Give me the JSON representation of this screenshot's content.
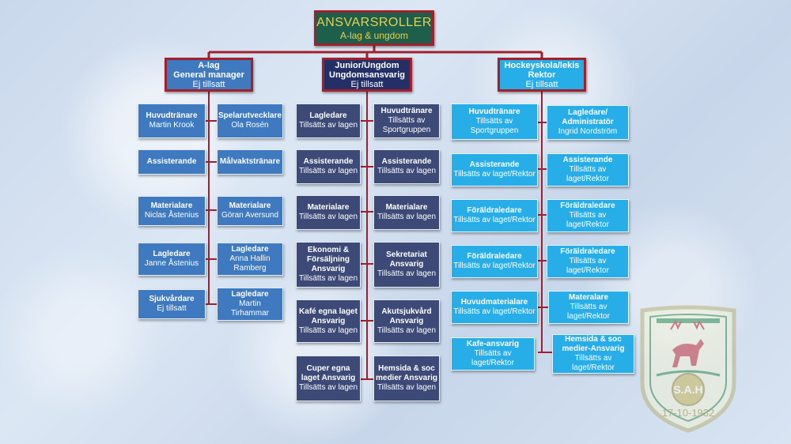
{
  "top": {
    "title": "ANSVARSROLLER",
    "subtitle": "A-lag & ungdom"
  },
  "heads": {
    "alag": {
      "l1": "A-lag",
      "l2": "General manager",
      "l3": "Ej tillsatt"
    },
    "junior": {
      "l1": "Junior/Ungdom",
      "l2": "Ungdomsansvarig",
      "l3": "Ej tillsatt"
    },
    "hockeyskola": {
      "l1": "Hockeyskola/lekis",
      "l2": "Rektor",
      "l3": "Ej tillsatt"
    }
  },
  "alag": {
    "left": [
      {
        "title": "Huvudtränare",
        "sub": "Martin Krook"
      },
      {
        "title": "Assisterande",
        "sub": ""
      },
      {
        "title": "Materialare",
        "sub": "Niclas Åstenius"
      },
      {
        "title": "Lagledare",
        "sub": "Janne Åstenius"
      },
      {
        "title": "Sjukvårdare",
        "sub": "Ej tillsatt"
      }
    ],
    "right": [
      {
        "title": "Spelarutvecklare",
        "sub": "Ola Rosén"
      },
      {
        "title": "Målvaktstränare",
        "sub": ""
      },
      {
        "title": "Materialare",
        "sub": "Göran Aversund"
      },
      {
        "title": "Lagledare",
        "sub": "Anna Hallin Ramberg"
      },
      {
        "title": "Lagledare",
        "sub": "Martin Tirhammar"
      }
    ]
  },
  "junior": {
    "left": [
      {
        "title": "Lagledare",
        "sub": "Tillsätts av lagen"
      },
      {
        "title": "Assisterande",
        "sub": "Tillsätts av lagen"
      },
      {
        "title": "Materialare",
        "sub": "Tillsätts av lagen"
      },
      {
        "title": "Ekonomi & Försäljning Ansvarig",
        "sub": "Tillsätts av lagen"
      },
      {
        "title": "Kafé egna laget Ansvarig",
        "sub": "Tillsätts av lagen"
      },
      {
        "title": "Cuper egna laget Ansvarig",
        "sub": "Tillsätts av lagen"
      }
    ],
    "right": [
      {
        "title": "Huvudtränare",
        "sub": "Tillsätts av Sportgruppen"
      },
      {
        "title": "Assisterande",
        "sub": "Tillsätts av lagen"
      },
      {
        "title": "Materialare",
        "sub": "Tillsätts av lagen"
      },
      {
        "title": "Sekretariat Ansvarig",
        "sub": "Tillsätts av lagen"
      },
      {
        "title": "Akutsjukvård Ansvarig",
        "sub": "Tillsätts av lagen"
      },
      {
        "title": "Hemsida & soc medier Ansvarig",
        "sub": "Tillsätts av lagen"
      }
    ]
  },
  "hockeyskola": {
    "left": [
      {
        "title": "Huvudtränare",
        "sub": "Tillsätts av Sportgruppen"
      },
      {
        "title": "Assisterande",
        "sub": "Tillsätts av laget/Rektor"
      },
      {
        "title": "Föräldraledare",
        "sub": "Tillsätts av laget/Rektor"
      },
      {
        "title": "Föräldraledare",
        "sub": "Tillsätts av laget/Rektor"
      },
      {
        "title": "Huvudmaterialare",
        "sub": "Tillsätts av laget/Rektor"
      },
      {
        "title": "Kafe-ansvarig",
        "sub": "Tillsätts av laget/Rektor"
      }
    ],
    "right": [
      {
        "title": "Lagledare/ Administratör",
        "sub": "Ingrid Nordström"
      },
      {
        "title": "Assisterande",
        "sub": "Tillsätts av laget/Rektor"
      },
      {
        "title": "Föräldraledare",
        "sub": "Tillsätts av laget/Rektor"
      },
      {
        "title": "Föräldraledare",
        "sub": "Tillsätts av laget/Rektor"
      },
      {
        "title": "Materalare",
        "sub": "Tillsätts av laget/Rektor"
      },
      {
        "title": "Hemsida & soc medier-Ansvarig",
        "sub": "Tillsätts av laget/Rektor"
      }
    ]
  },
  "logo": {
    "letters": "S.A.H",
    "date": "17-10-1932"
  },
  "colors": {
    "connector": "#a21f2c",
    "alag": "#3f79bf",
    "junior": "#3d4a78",
    "hockeyskola": "#27aee8",
    "top": "#1e5f4c"
  }
}
